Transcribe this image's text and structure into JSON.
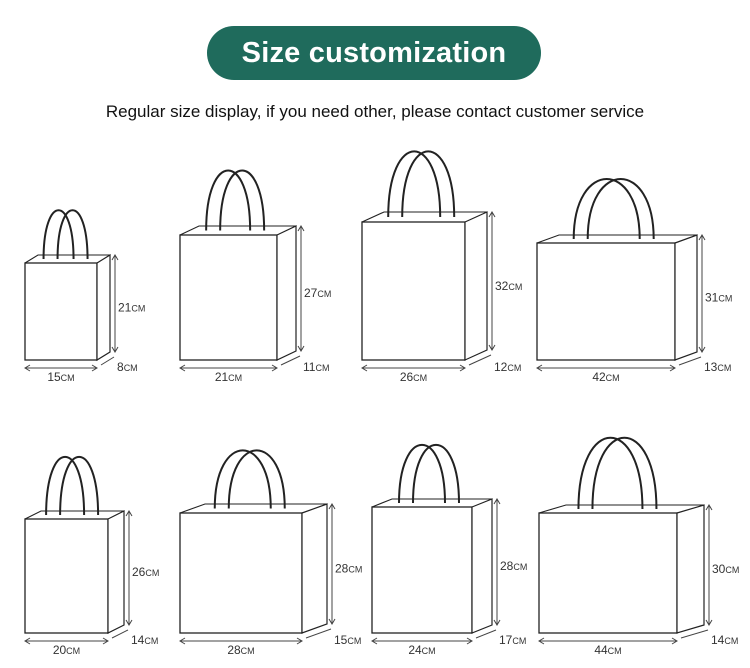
{
  "header": {
    "title": "Size customization",
    "subtitle": "Regular size display, if you need other, please contact customer service",
    "accent_color": "#1f6b5c"
  },
  "bags": [
    {
      "width": "15",
      "height": "21",
      "depth": "8"
    },
    {
      "width": "21",
      "height": "27",
      "depth": "11"
    },
    {
      "width": "26",
      "height": "32",
      "depth": "12"
    },
    {
      "width": "42",
      "height": "31",
      "depth": "13"
    },
    {
      "width": "20",
      "height": "26",
      "depth": "14"
    },
    {
      "width": "28",
      "height": "28",
      "depth": "15"
    },
    {
      "width": "24",
      "height": "28",
      "depth": "17"
    },
    {
      "width": "44",
      "height": "30",
      "depth": "14"
    }
  ],
  "unit": "CM"
}
